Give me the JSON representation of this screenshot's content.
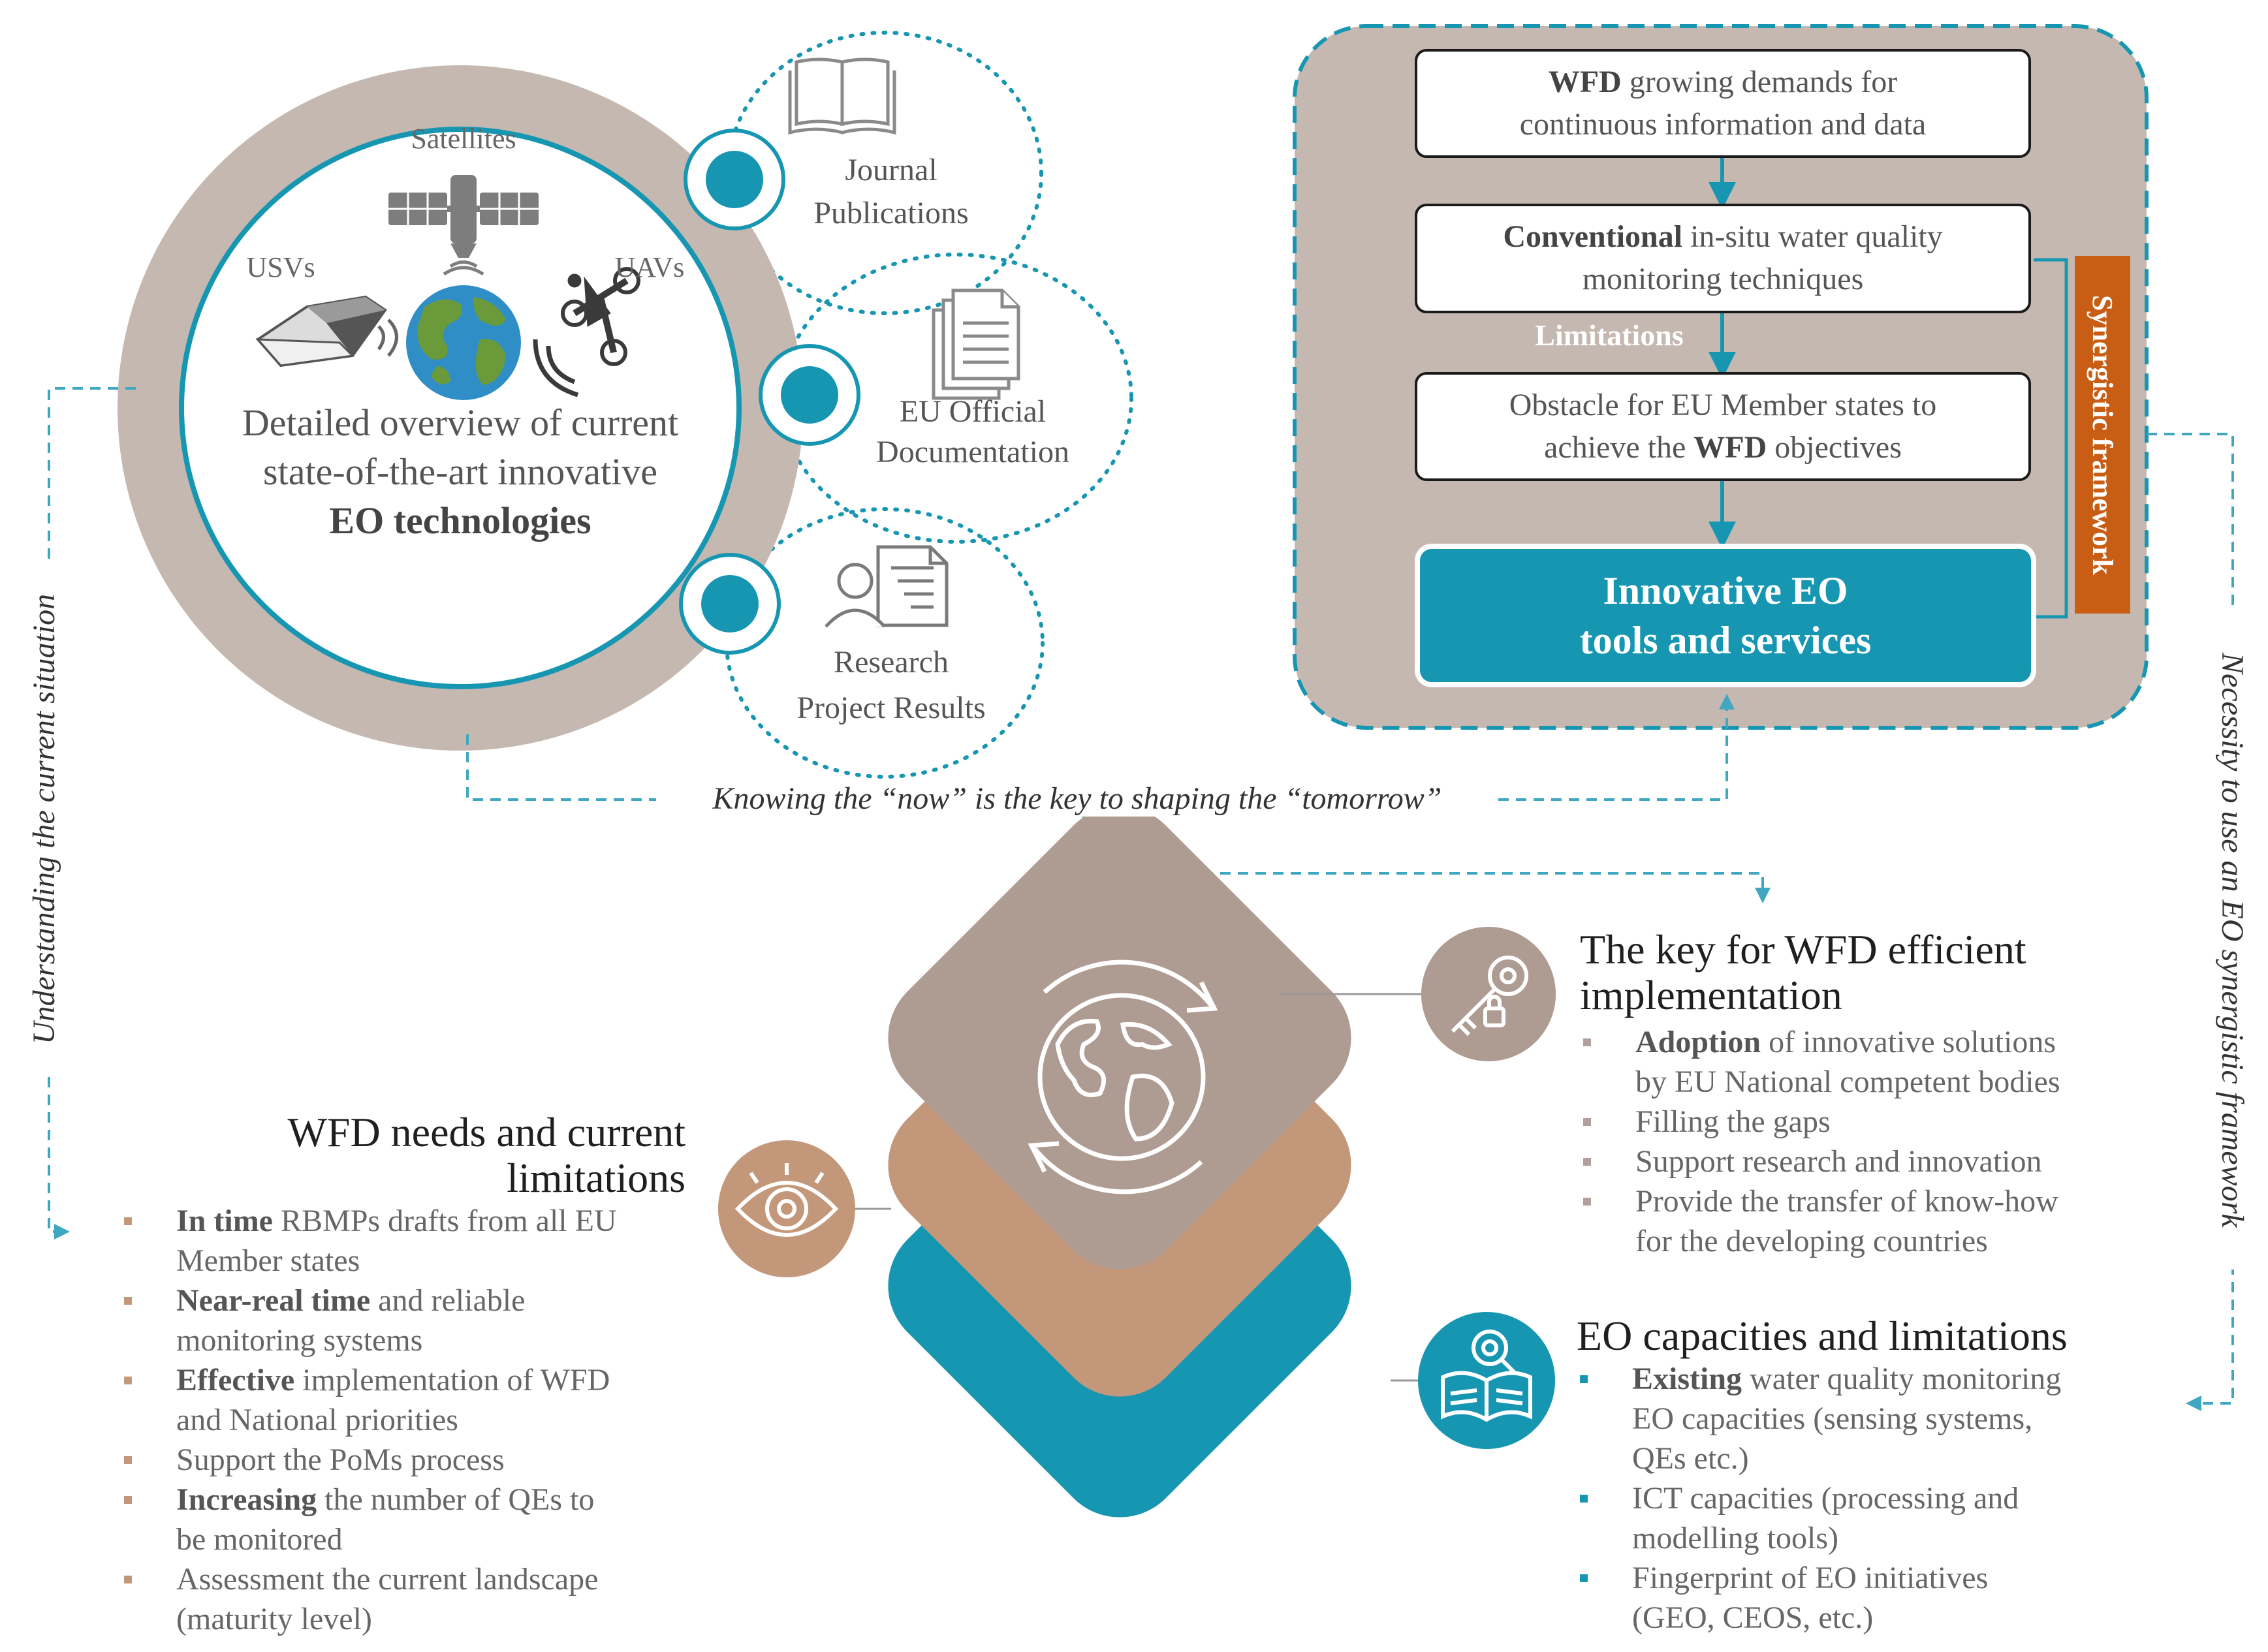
{
  "colors": {
    "beige": "#c5b8b0",
    "teal": "#1796b2",
    "brown": "#ae9b91",
    "tan": "#c3977a",
    "orange": "#c85d14",
    "dash": "#3fa8c0"
  },
  "left_circle": {
    "title": [
      "Detailed overview of current",
      "state-of-the-art innovative"
    ],
    "title_bold": "EO technologies",
    "satellites": "Satellites",
    "usvs": "USVs",
    "uavs": "UAVs"
  },
  "sources": {
    "journal": [
      "Journal",
      "Publications"
    ],
    "eu_docs": [
      "EU Official",
      "Documentation"
    ],
    "research": [
      "Research",
      "Project Results"
    ]
  },
  "flow": {
    "box1": {
      "bold": "WFD",
      "rest": "growing demands for",
      "line2": "continuous information and data"
    },
    "box2": {
      "bold": "Conventional",
      "rest": "in-situ water quality",
      "line2": "monitoring techniques"
    },
    "limitations": "Limitations",
    "box3": {
      "line1": "Obstacle for EU Member states to",
      "pre": "achieve the",
      "bold": "WFD",
      "post": "objectives"
    },
    "box4": [
      "Innovative EO",
      "tools and services"
    ],
    "synergistic": "Synergistic framework"
  },
  "captions": {
    "knowing": "Knowing the “now” is the key to shaping the “tomorrow”",
    "left_vertical": "Understanding the current situation",
    "right_vertical": "Necessity to use an EO synergistic framework"
  },
  "key_section": {
    "title": [
      "The key for WFD efficient",
      "implementation"
    ],
    "items": [
      {
        "bold": "Adoption",
        "rest": " of innovative solutions",
        "line2": "by EU National competent bodies"
      },
      {
        "bold": "",
        "rest": "Filling the gaps",
        "line2": ""
      },
      {
        "bold": "",
        "rest": "Support research and innovation",
        "line2": ""
      },
      {
        "bold": "",
        "rest": "Provide the transfer of know-how",
        "line2": "for the developing countries"
      }
    ]
  },
  "eo_section": {
    "title": "EO capacities and limitations",
    "items": [
      {
        "bold": "Existing",
        "rest": " water quality monitoring",
        "line2": "EO capacities (sensing systems,",
        "line3": "QEs etc.)"
      },
      {
        "bold": "",
        "rest": "ICT capacities (processing and",
        "line2": "modelling tools)",
        "line3": ""
      },
      {
        "bold": "",
        "rest": "Fingerprint of EO initiatives",
        "line2": "(GEO, CEOS, etc.)",
        "line3": ""
      }
    ]
  },
  "needs_section": {
    "title": [
      "WFD needs and current",
      "limitations"
    ],
    "items": [
      {
        "bold": "In time",
        "rest": " RBMPs drafts from all EU",
        "line2": "Member states"
      },
      {
        "bold": "Near-real time",
        "rest": " and reliable",
        "line2": "monitoring systems"
      },
      {
        "bold": "Effective",
        "rest": " implementation of WFD",
        "line2": "and National priorities"
      },
      {
        "bold": "",
        "rest": "Support the PoMs process",
        "line2": ""
      },
      {
        "bold": "Increasing",
        "rest": " the number of QEs to",
        "line2": "be monitored"
      },
      {
        "bold": "",
        "rest": "Assessment the current landscape",
        "line2": "(maturity level)"
      }
    ]
  },
  "icons": [
    "satellite-icon",
    "usv-icon",
    "earth-icon",
    "drone-icon",
    "book-icon",
    "documents-icon",
    "researcher-icon",
    "key-icon",
    "eye-icon",
    "reading-icon",
    "globe-cycle-icon"
  ]
}
